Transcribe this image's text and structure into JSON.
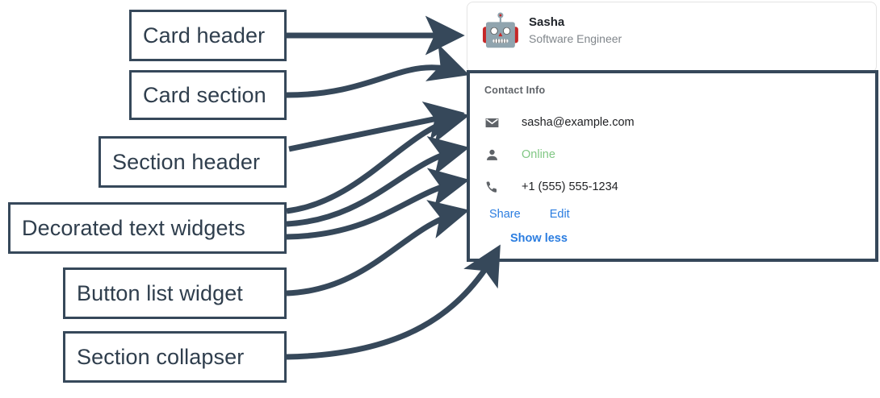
{
  "colors": {
    "annotation": "#36485a",
    "link": "#2b7de0",
    "status_online": "#81c784",
    "icon_gray": "#5f6368",
    "card_border": "#e4e4e4"
  },
  "annotations": [
    {
      "id": "card-header",
      "label": "Card header"
    },
    {
      "id": "card-section",
      "label": "Card section"
    },
    {
      "id": "section-header",
      "label": "Section header"
    },
    {
      "id": "decorated-text",
      "label": "Decorated text widgets"
    },
    {
      "id": "button-list",
      "label": "Button list widget"
    },
    {
      "id": "section-collapser",
      "label": "Section collapser"
    }
  ],
  "card": {
    "header": {
      "avatar_icon": "robot-avatar",
      "avatar_glyph": "🤖",
      "title": "Sasha",
      "subtitle": "Software Engineer"
    },
    "section": {
      "header": "Contact Info",
      "rows": [
        {
          "icon": "email-icon",
          "text": "sasha@example.com",
          "state": "normal"
        },
        {
          "icon": "person-icon",
          "text": "Online",
          "state": "online"
        },
        {
          "icon": "phone-icon",
          "text": "+1 (555) 555-1234",
          "state": "normal"
        }
      ],
      "buttons": [
        {
          "label": "Share"
        },
        {
          "label": "Edit"
        }
      ],
      "collapser": {
        "label": "Show less"
      }
    }
  }
}
